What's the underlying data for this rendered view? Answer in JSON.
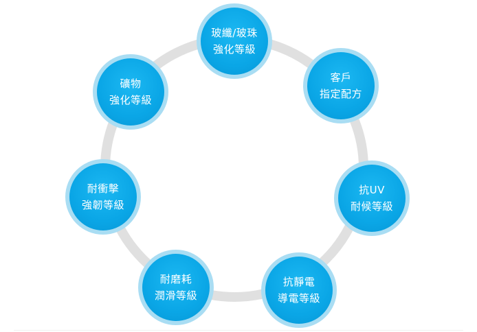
{
  "nodes": [
    {
      "line1": "玻纖/玻珠",
      "line2": "強化等級"
    },
    {
      "line1": "客戶",
      "line2": "指定配方"
    },
    {
      "line1": "抗UV",
      "line2": "耐候等級"
    },
    {
      "line1": "抗靜電",
      "line2": "導電等級"
    },
    {
      "line1": "耐磨耗",
      "line2": "潤滑等級"
    },
    {
      "line1": "耐衝擊",
      "line2": "強韌等級"
    },
    {
      "line1": "礦物",
      "line2": "強化等級"
    }
  ],
  "colors": {
    "ring": "#e0e0e0",
    "node_halo": "#a9ddf3",
    "node_fill": "#0aa6e6",
    "node_text": "#ffffff"
  }
}
